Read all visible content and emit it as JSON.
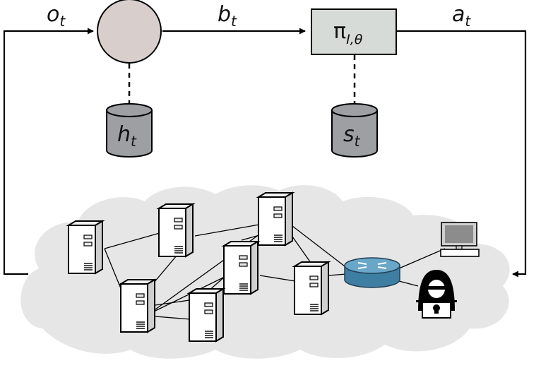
{
  "labels": {
    "observation": "o",
    "observation_sub": "t",
    "belief": "b",
    "belief_sub": "t",
    "action": "a",
    "action_sub": "t",
    "history": "h",
    "history_sub": "t",
    "state": "s",
    "state_sub": "t",
    "policy": "π",
    "policy_sub": "I,θ"
  },
  "colors": {
    "belief_node": "#d8cfcc",
    "policy_box": "#d7dbd7",
    "cylinder": "#9d9fa3",
    "cloud": "#e5e5e5",
    "router": "#4b88ac",
    "server_face": "#ffffff",
    "server_side": "#d9d9d9"
  },
  "network": {
    "servers": 7,
    "icons": [
      "server-icon",
      "router-icon",
      "workstation-icon",
      "attacker-icon"
    ]
  }
}
